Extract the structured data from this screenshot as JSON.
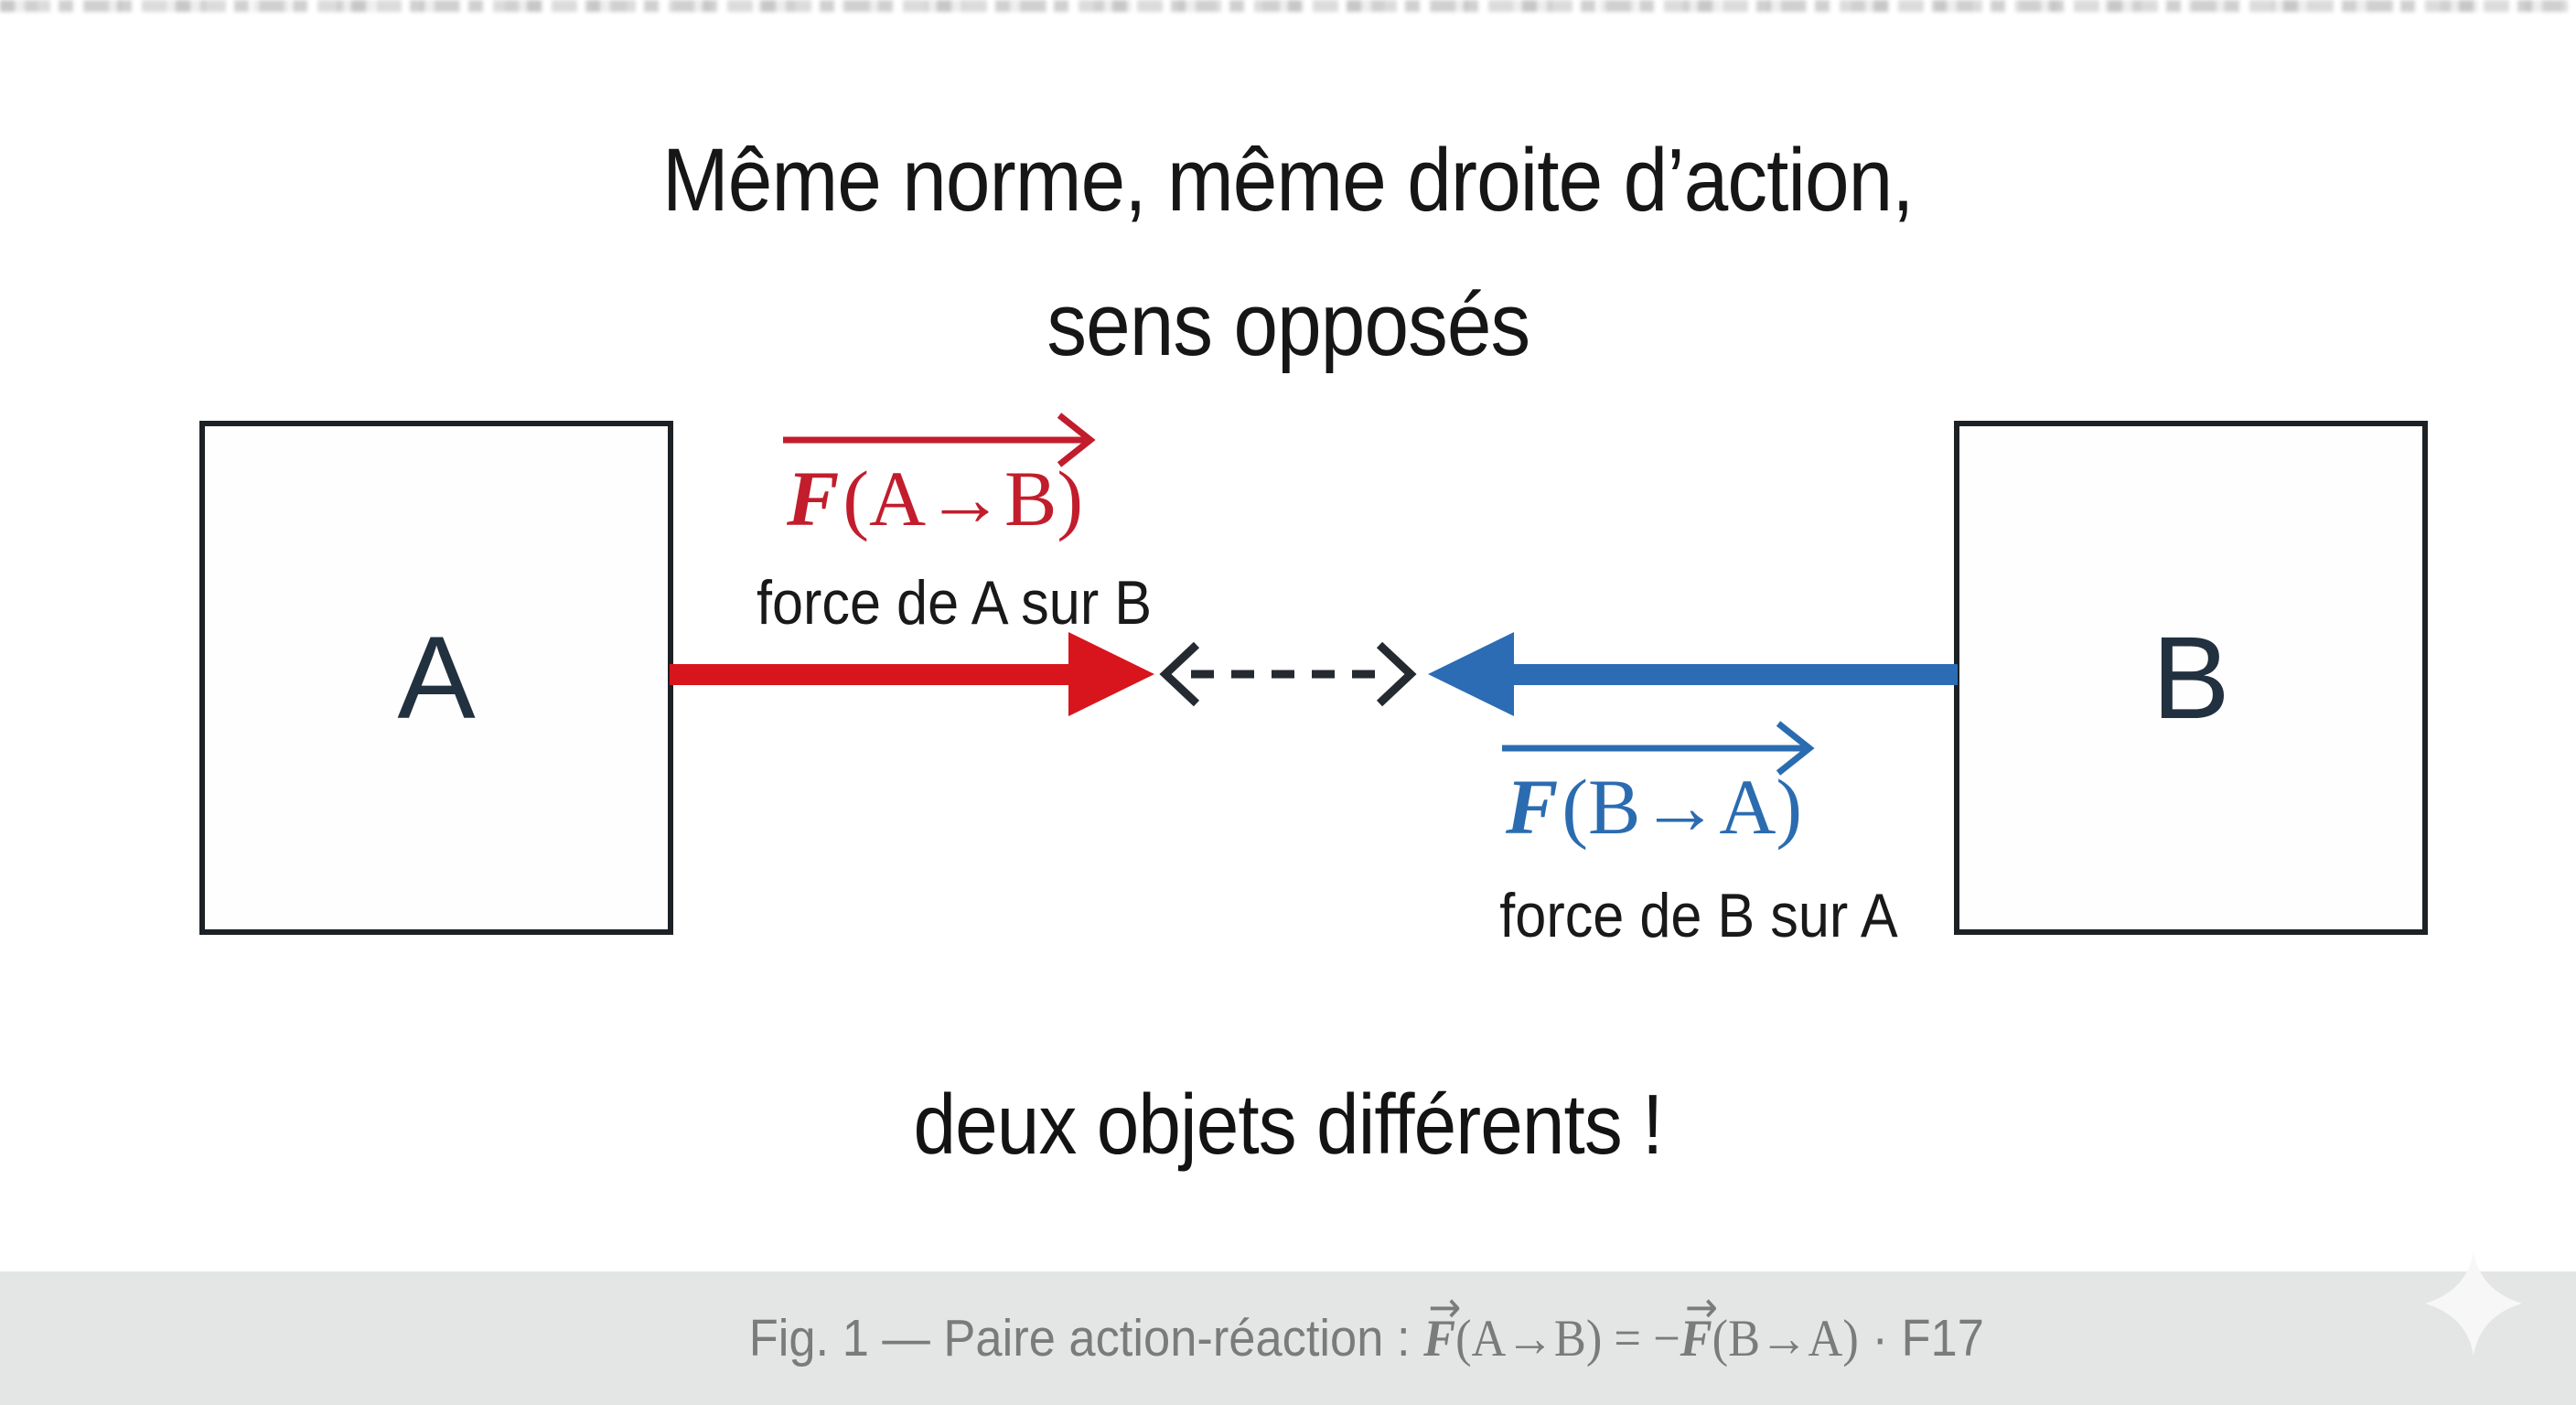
{
  "title": {
    "line1": "Même norme, même droite d’action,",
    "line2": "sens opposés"
  },
  "objects": {
    "a": {
      "label": "A",
      "force_symbol": {
        "f": "F",
        "args": "(A→B)"
      },
      "force_caption": "force de A sur B"
    },
    "b": {
      "label": "B",
      "force_symbol": {
        "f": "F",
        "args": "(B→A)"
      },
      "force_caption": "force de B sur A"
    }
  },
  "conclusion": "deux objets différents !",
  "caption": {
    "prefix": "Fig. 1 — Paire action-réaction : ",
    "vec_arrow": "→",
    "f_symbol": "F",
    "args_ab": "(A→B)",
    "equals_minus": " = −",
    "args_ba": "(B→A)",
    "suffix": " · F17"
  },
  "icons": {
    "sparkle": "four-point-sparkle-icon"
  },
  "colors": {
    "background": "#ffffff",
    "text_dark": "#161616",
    "box_border": "#1c2126",
    "box_letter": "#223140",
    "action_red": "#d8141c",
    "label_red": "#c21d2c",
    "reaction_blue": "#2b6cb5",
    "label_blue": "#2b6cb0",
    "dashed_dark": "#252a31",
    "caption_bar_bg": "#e4e5e5",
    "caption_text": "#7b7b7b",
    "sparkle": "#f7f7f7"
  }
}
